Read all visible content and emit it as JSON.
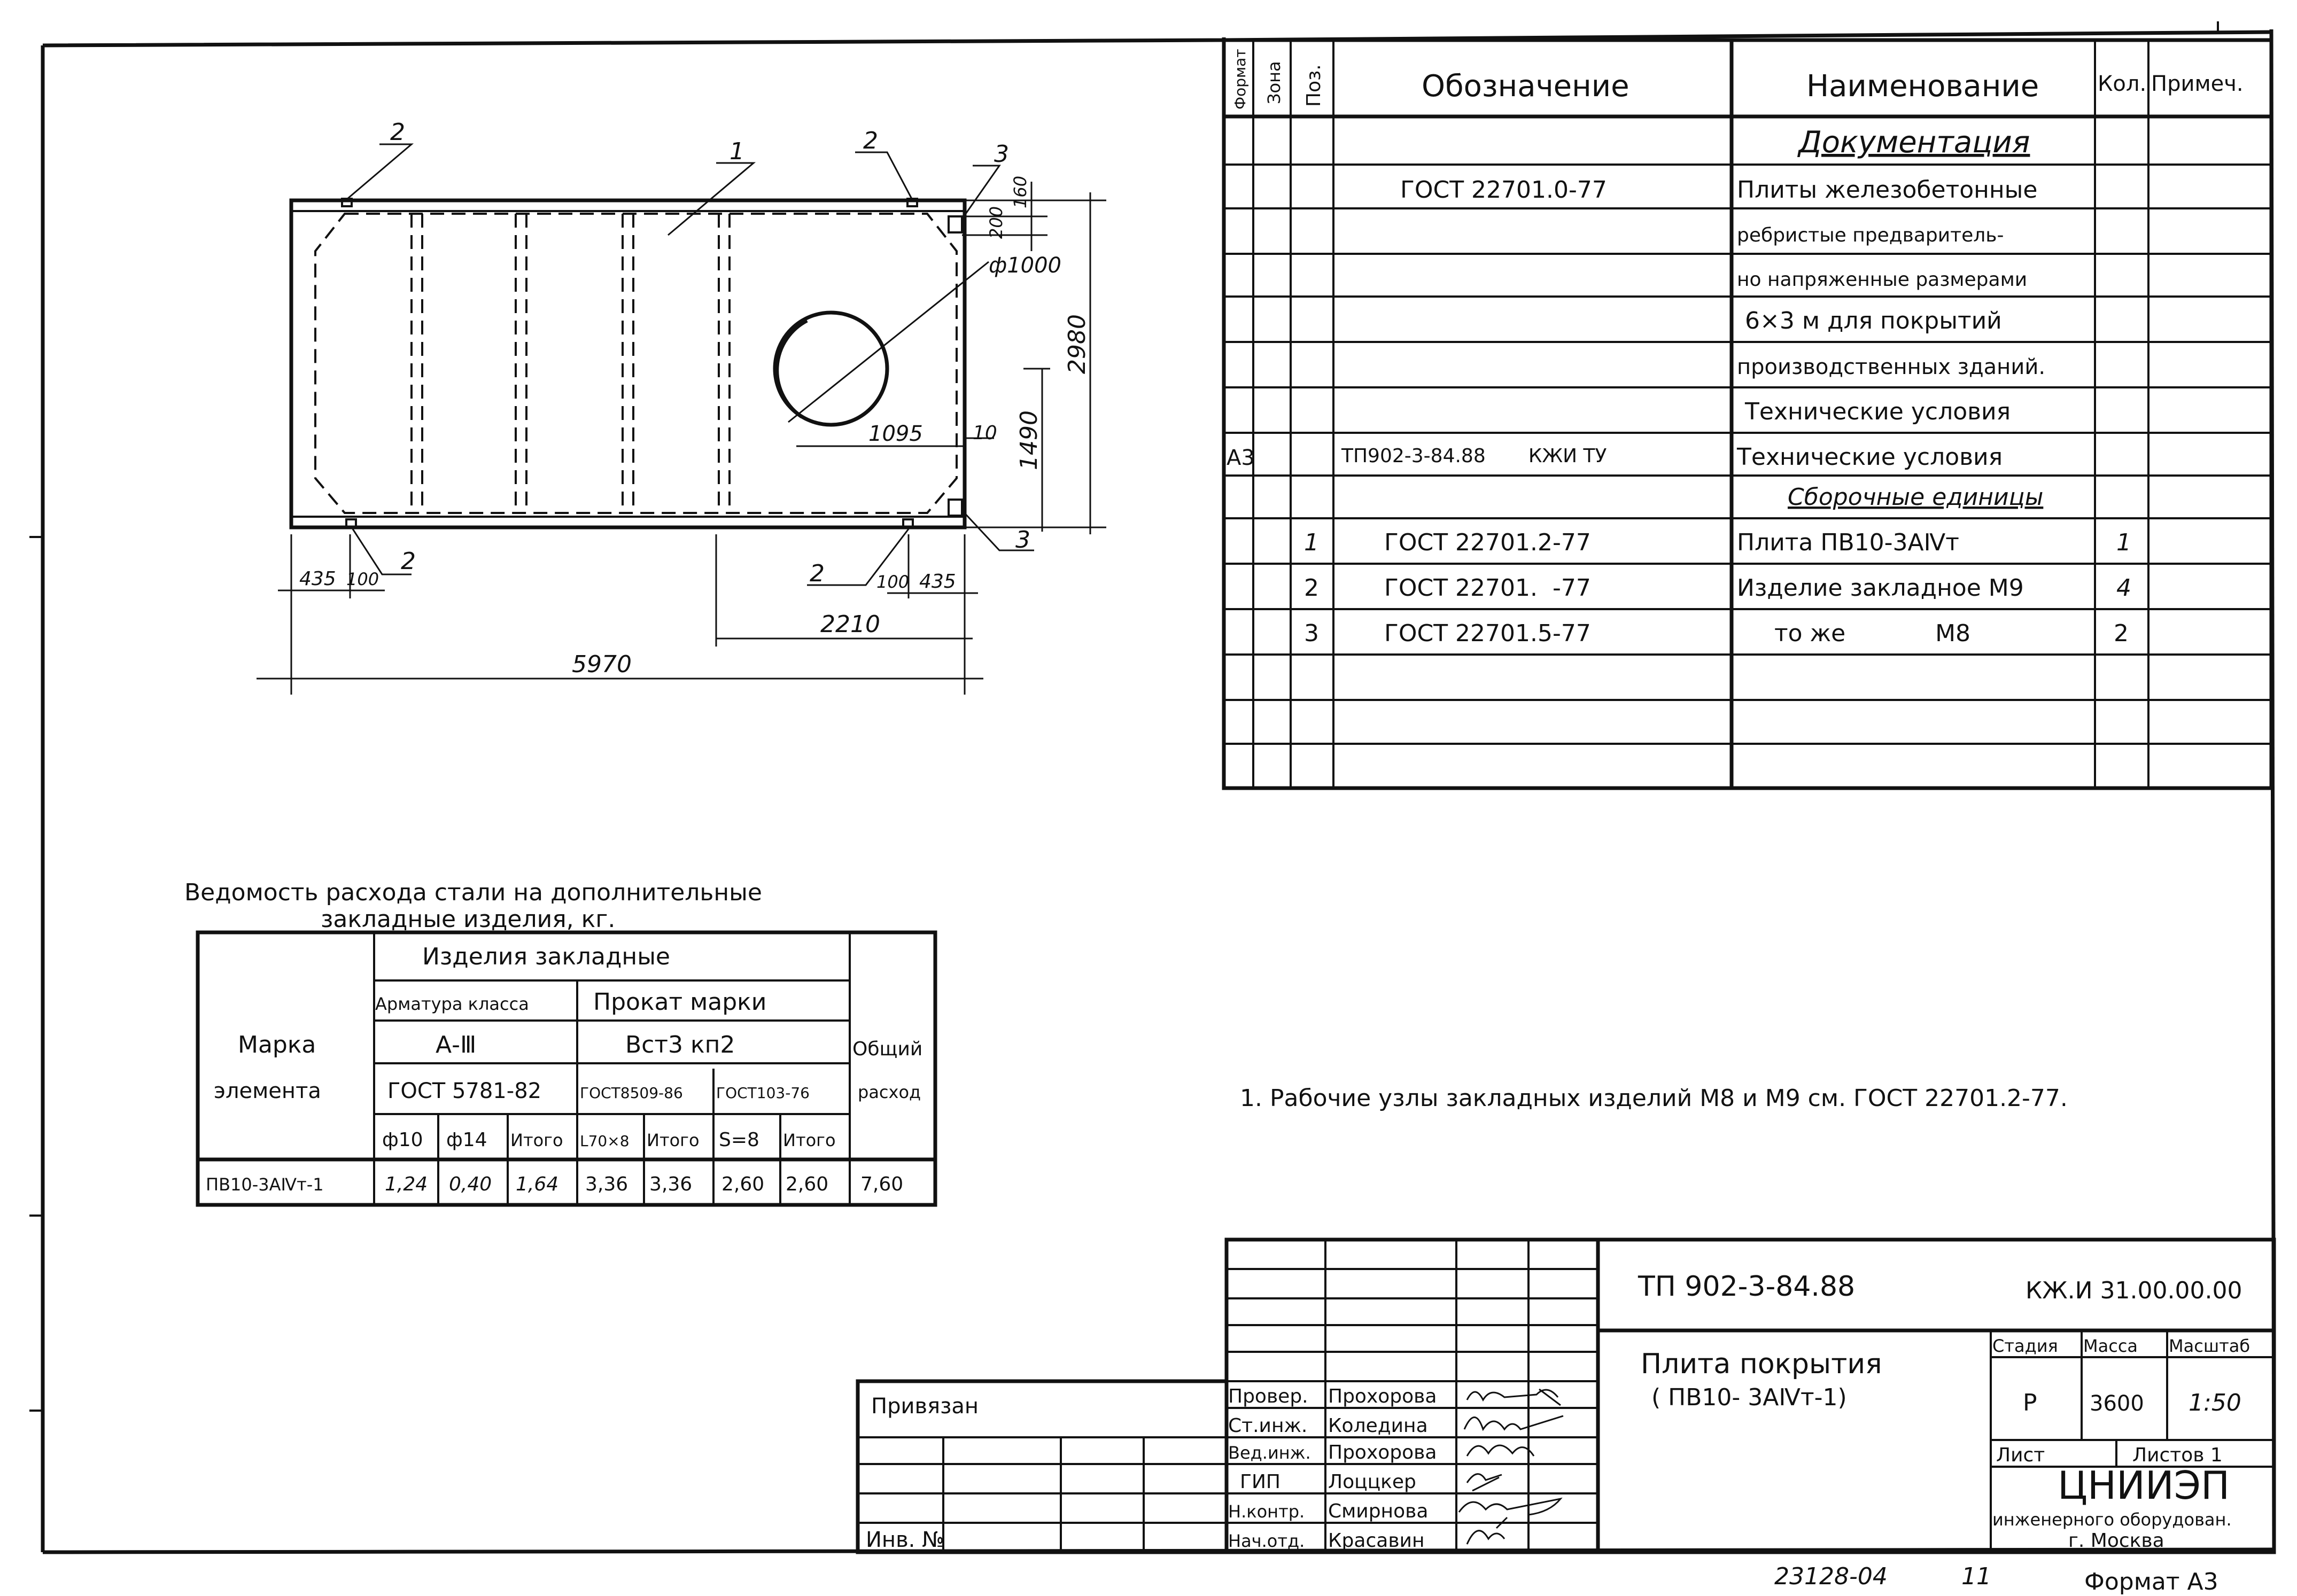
{
  "drawing": {
    "pos_labels": [
      "1",
      "2",
      "3"
    ],
    "dims": {
      "d200": "200",
      "d160": "160",
      "phi1000": "ф1000",
      "d2980": "2980",
      "d1095": "1095",
      "d10": "10",
      "d1490": "1490",
      "d435": "435",
      "d100": "100",
      "d2210": "2210",
      "d5970": "5970"
    }
  },
  "spec": {
    "headers": {
      "format": "Формат",
      "zone": "Зона",
      "pos": "Поз.",
      "designation": "Обозначение",
      "name": "Наименование",
      "qty": "Кол.",
      "note": "Примеч."
    },
    "rows": [
      {
        "format": "",
        "pos": "",
        "designation": "",
        "name": "Документация",
        "qty": ""
      },
      {
        "format": "",
        "pos": "",
        "designation": "ГОСТ 22701.0-77",
        "name": "Плиты железобетонные",
        "qty": ""
      },
      {
        "format": "",
        "pos": "",
        "designation": "",
        "name": "ребристые предваритель-",
        "qty": ""
      },
      {
        "format": "",
        "pos": "",
        "designation": "",
        "name": "но напряженные размерами",
        "qty": ""
      },
      {
        "format": "",
        "pos": "",
        "designation": "",
        "name": "6×3 м для покрытий",
        "qty": ""
      },
      {
        "format": "",
        "pos": "",
        "designation": "",
        "name": "производственных зданий.",
        "qty": ""
      },
      {
        "format": "",
        "pos": "",
        "designation": "",
        "name": "Технические условия",
        "qty": ""
      },
      {
        "format": "A3",
        "pos": "",
        "designation": "ТП902-3-84.88       КЖИ ТУ",
        "name": "Технические условия",
        "qty": ""
      },
      {
        "format": "",
        "pos": "",
        "designation": "",
        "name": "Сборочные единицы",
        "qty": ""
      },
      {
        "format": "",
        "pos": "1",
        "designation": "ГОСТ 22701.2-77",
        "name": "Плита ПВ10-3АⅣт",
        "qty": "1"
      },
      {
        "format": "",
        "pos": "2",
        "designation": "ГОСТ 22701.  -77",
        "name": "Изделие закладное М9",
        "qty": "4"
      },
      {
        "format": "",
        "pos": "3",
        "designation": "ГОСТ 22701.5-77",
        "name": "то же            М8",
        "qty": "2"
      },
      {
        "format": "",
        "pos": "",
        "designation": "",
        "name": "",
        "qty": ""
      },
      {
        "format": "",
        "pos": "",
        "designation": "",
        "name": "",
        "qty": ""
      },
      {
        "format": "",
        "pos": "",
        "designation": "",
        "name": "",
        "qty": ""
      }
    ]
  },
  "steel": {
    "title1": "Ведомость расхода стали на дополнительные",
    "title2": "закладные изделия, кг.",
    "h_mark1": "Марка",
    "h_mark2": "элемента",
    "h_group": "Изделия закладные",
    "h_arm": "Арматура класса",
    "h_prokat": "Прокат марки",
    "h_a3": "А-Ⅲ",
    "h_vst": "Вст3 кп2",
    "h_gost1": "ГОСТ 5781-82",
    "h_gost2": "ГОСТ8509-86",
    "h_gost3": "ГОСТ103-76",
    "h_total1": "Общий",
    "h_total2": "расход",
    "sub": [
      "ф10",
      "ф14",
      "Итого",
      "L70×8",
      "Итого",
      "S=8",
      "Итого"
    ],
    "row": [
      "ПВ10-3АⅣт-1",
      "1,24",
      "0,40",
      "1,64",
      "3,36",
      "3,36",
      "2,60",
      "2,60",
      "7,60"
    ]
  },
  "note": "1. Рабочие узлы закладных изделий М8 и М9 см. ГОСТ 22701.2-77.",
  "stamp": {
    "privyazan": "Привязан",
    "inv": "Инв. №",
    "roles": [
      {
        "role": "Провер.",
        "name": "Прохорова"
      },
      {
        "role": "Ст.инж.",
        "name": "Коледина"
      },
      {
        "role": "Вед.инж.",
        "name": "Прохорова"
      },
      {
        "role": "ГИП",
        "name": "Лоццкер"
      },
      {
        "role": "Н.контр.",
        "name": "Смирнова"
      },
      {
        "role": "Нач.отд.",
        "name": "Красавин"
      }
    ],
    "project": "ТП 902-3-84.88",
    "code": "КЖ.И 31.00.00.00",
    "title1": "Плита покрытия",
    "title2": "( ПВ10- 3АⅣт-1)",
    "h_stage": "Стадия",
    "h_mass": "Масса",
    "h_scale": "Масштаб",
    "stage": "Р",
    "mass": "3600",
    "scale": "1:50",
    "sheet": "Лист",
    "sheets": "Листов 1",
    "org1": "ЦНИИЭП",
    "org2": "инженерного оборудован.",
    "org3": "г. Москва"
  },
  "footer": {
    "inventory": "23128-04",
    "sheet_no": "11",
    "format": "Формат А3"
  }
}
